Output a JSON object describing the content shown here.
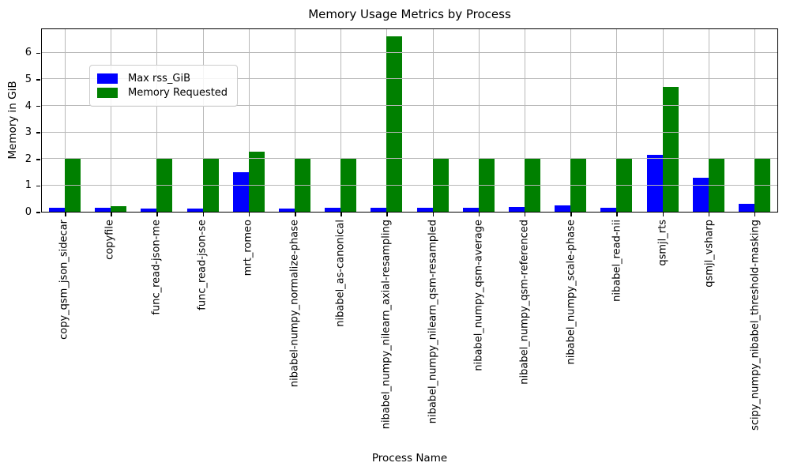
{
  "chart_data": {
    "type": "bar",
    "title": "Memory Usage Metrics by Process",
    "xlabel": "Process Name",
    "ylabel": "Memory in GiB",
    "ylim": [
      0,
      6.93
    ],
    "yticks": [
      0,
      1,
      2,
      3,
      4,
      5,
      6
    ],
    "grid": true,
    "legend_position": "upper left",
    "categories": [
      "copy_qsm_json_sidecar",
      "copyfile",
      "func_read-json-me",
      "func_read-json-se",
      "mrt_romeo",
      "nibabel-numpy_normalize-phase",
      "nibabel_as-canonical",
      "nibabel_numpy_nilearn_axial-resampling",
      "nibabel_numpy_nilearn_qsm-resampled",
      "nibabel_numpy_qsm-average",
      "nibabel_numpy_qsm-referenced",
      "nibabel_numpy_scale-phase",
      "nibabel_read-nii",
      "qsmjl_rts",
      "qsmjl_vsharp",
      "scipy_numpy_nibabel_threshold-masking"
    ],
    "series": [
      {
        "name": "Max rss_GiB",
        "color": "#0000ff",
        "values": [
          0.15,
          0.15,
          0.13,
          0.13,
          1.5,
          0.12,
          0.15,
          0.15,
          0.15,
          0.15,
          0.18,
          0.25,
          0.15,
          2.15,
          1.27,
          0.3
        ]
      },
      {
        "name": "Memory Requested",
        "color": "#008000",
        "values": [
          2.0,
          0.2,
          2.0,
          2.0,
          2.25,
          2.0,
          2.0,
          6.6,
          2.0,
          2.0,
          2.0,
          2.0,
          2.0,
          4.7,
          2.0,
          2.0
        ]
      }
    ],
    "colors": {
      "grid": "#b8b8b8",
      "spine": "#000000",
      "background": "#ffffff"
    }
  }
}
